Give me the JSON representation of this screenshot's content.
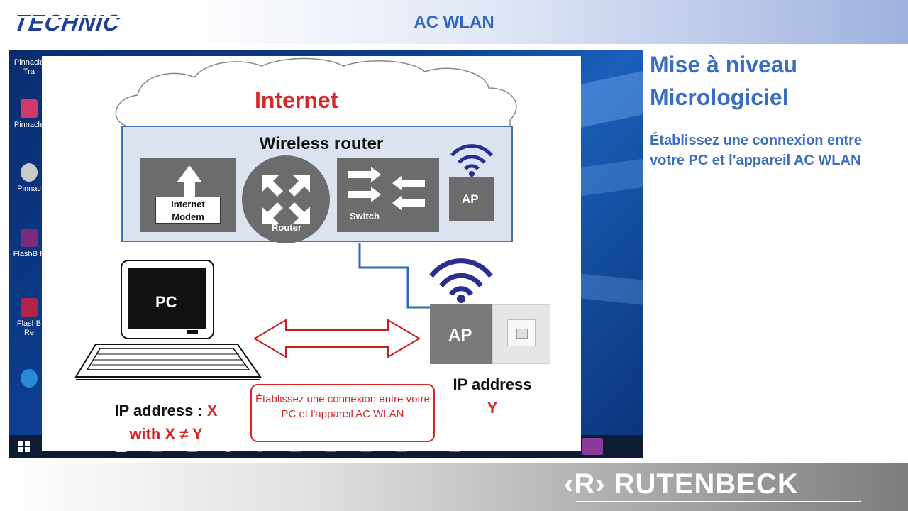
{
  "header": {
    "brand": "TECHNIC",
    "title": "AC WLAN"
  },
  "desktop": {
    "icons": [
      "Pinnacle Tra",
      "Pinnacle",
      "Pinnac",
      "FlashB P",
      "FlashB Re"
    ]
  },
  "diagram": {
    "cloud_label": "Internet",
    "router_title": "Wireless router",
    "modem_label": [
      "Internet",
      "Modem"
    ],
    "router_label": "Router",
    "switch_label": "Switch",
    "ap_small_label": "AP",
    "ap_big_label": "AP",
    "pc_label": "PC",
    "ip_right_label": "IP address",
    "ip_right_value": "Y",
    "ip_left_prefix": "IP address : ",
    "ip_left_value": "X",
    "ip_condition": "with X ≠ Y",
    "note": "Établissez une connexion entre votre PC et l'appareil AC WLAN",
    "colors": {
      "accent_red": "#d62728",
      "router_border": "#4a6bbd",
      "tile_gray": "#6c6c6c",
      "wifi_blue": "#2a2e8f"
    }
  },
  "side": {
    "heading": "Mise à niveau Micrologiciel",
    "text": "Établissez une connexion entre votre PC et l'appareil AC WLAN",
    "color": "#3a6ec2"
  },
  "footer": {
    "brand": "‹R› RUTENBECK"
  }
}
